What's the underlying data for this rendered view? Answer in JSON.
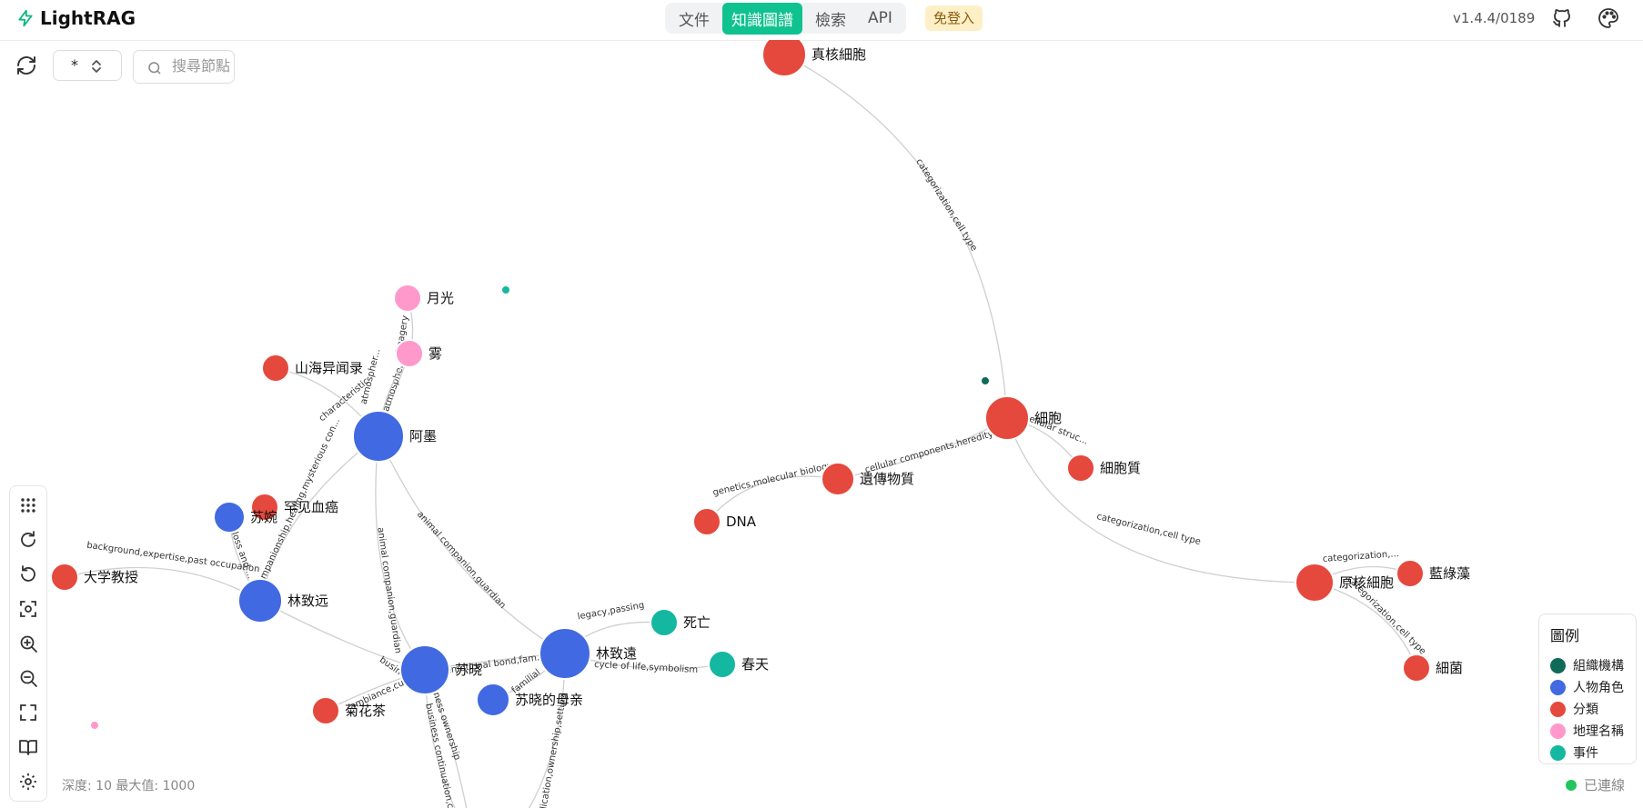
{
  "app": {
    "name": "LightRAG",
    "version": "v1.4.4/0189"
  },
  "tabs": [
    {
      "label": "文件",
      "active": false
    },
    {
      "label": "知識圖譜",
      "active": true
    },
    {
      "label": "檢索",
      "active": false
    },
    {
      "label": "API",
      "active": false
    }
  ],
  "login_badge": "免登入",
  "toolbar": {
    "label_select_value": "*",
    "search_placeholder": "搜尋節點"
  },
  "depth_info": "深度: 10  最大值: 1000",
  "status": {
    "text": "已連線",
    "color": "#22c55e"
  },
  "legend": {
    "title": "圖例",
    "items": [
      {
        "label": "組織機構",
        "color": "#0f6b57"
      },
      {
        "label": "人物角色",
        "color": "#4169e1"
      },
      {
        "label": "分類",
        "color": "#e5483c"
      },
      {
        "label": "地理名稱",
        "color": "#ff99cc"
      },
      {
        "label": "事件",
        "color": "#14b8a0"
      }
    ]
  },
  "graph": {
    "colors": {
      "organization": "#0f6b57",
      "person": "#4169e1",
      "category": "#e5483c",
      "location": "#ff99cc",
      "event": "#14b8a0"
    },
    "nodes": [
      {
        "id": "n1",
        "label": "真核細胞",
        "type": "category"
      },
      {
        "id": "n2",
        "label": "細胞",
        "type": "category"
      },
      {
        "id": "n3",
        "label": "細胞質",
        "type": "category"
      },
      {
        "id": "n4",
        "label": "遺傳物質",
        "type": "category"
      },
      {
        "id": "n5",
        "label": "DNA",
        "type": "category"
      },
      {
        "id": "n6",
        "label": "原核細胞",
        "type": "category"
      },
      {
        "id": "n7",
        "label": "藍綠藻",
        "type": "category"
      },
      {
        "id": "n8",
        "label": "細菌",
        "type": "category"
      },
      {
        "id": "n9",
        "label": "月光",
        "type": "location"
      },
      {
        "id": "n10",
        "label": "雾",
        "type": "location"
      },
      {
        "id": "n11",
        "label": "山海异闻录",
        "type": "category"
      },
      {
        "id": "n12",
        "label": "阿墨",
        "type": "person"
      },
      {
        "id": "n13",
        "label": "罕见血癌",
        "type": "category"
      },
      {
        "id": "n14",
        "label": "苏婉",
        "type": "person"
      },
      {
        "id": "n15",
        "label": "大学教授",
        "type": "category"
      },
      {
        "id": "n16",
        "label": "林致远",
        "type": "person"
      },
      {
        "id": "n17",
        "label": "苏晓",
        "type": "person"
      },
      {
        "id": "n18",
        "label": "林致遠",
        "type": "person"
      },
      {
        "id": "n19",
        "label": "死亡",
        "type": "event"
      },
      {
        "id": "n20",
        "label": "春天",
        "type": "event"
      },
      {
        "id": "n21",
        "label": "苏晓的母亲",
        "type": "person"
      },
      {
        "id": "n22",
        "label": "菊花茶",
        "type": "category"
      },
      {
        "id": "n23",
        "label": "",
        "type": "event"
      },
      {
        "id": "n24",
        "label": "",
        "type": "organization"
      },
      {
        "id": "n25",
        "label": "",
        "type": "location"
      }
    ],
    "edges": [
      {
        "source": "n1",
        "target": "n2",
        "label": "categorization,cell type"
      },
      {
        "source": "n2",
        "target": "n3",
        "label": "cellular struc..."
      },
      {
        "source": "n2",
        "target": "n4",
        "label": "cellular components,heredity"
      },
      {
        "source": "n4",
        "target": "n5",
        "label": "genetics,molecular biology"
      },
      {
        "source": "n2",
        "target": "n6",
        "label": "categorization,cell type"
      },
      {
        "source": "n6",
        "target": "n7",
        "label": "categorization,..."
      },
      {
        "source": "n6",
        "target": "n8",
        "label": "categorization,cell type"
      },
      {
        "source": "n9",
        "target": "n10",
        "label": "imagery"
      },
      {
        "source": "n10",
        "target": "n12",
        "label": "atmosphe..."
      },
      {
        "source": "n10",
        "target": "n12",
        "label": "atmospher..."
      },
      {
        "source": "n11",
        "target": "n12",
        "label": "characteristic"
      },
      {
        "source": "n12",
        "target": "n16",
        "label": "companionship,healing,mysterious con..."
      },
      {
        "source": "n12",
        "target": "n17",
        "label": "animal companion,guardian"
      },
      {
        "source": "n12",
        "target": "n18",
        "label": "animal companion,guardian"
      },
      {
        "source": "n14",
        "target": "n16",
        "label": "loss and ..."
      },
      {
        "source": "n15",
        "target": "n16",
        "label": "background,expertise,past occupation"
      },
      {
        "source": "n16",
        "target": "n17",
        "label": "business,c..."
      },
      {
        "source": "n17",
        "target": "n18",
        "label": "emotional bond,fam..."
      },
      {
        "source": "n18",
        "target": "n19",
        "label": "legacy,passing"
      },
      {
        "source": "n18",
        "target": "n20",
        "label": "cycle of life,symbolism"
      },
      {
        "source": "n18",
        "target": "n21",
        "label": "familial"
      },
      {
        "source": "n17",
        "target": "n22",
        "label": "ambiance,cu..."
      },
      {
        "source": "n17",
        "target": "n21",
        "label": "business continuation,cont..."
      },
      {
        "source": "n17",
        "target": "n21",
        "label": "business ownership"
      },
      {
        "source": "n18",
        "target": "n21",
        "label": "dedication,ownership,setting"
      }
    ]
  }
}
